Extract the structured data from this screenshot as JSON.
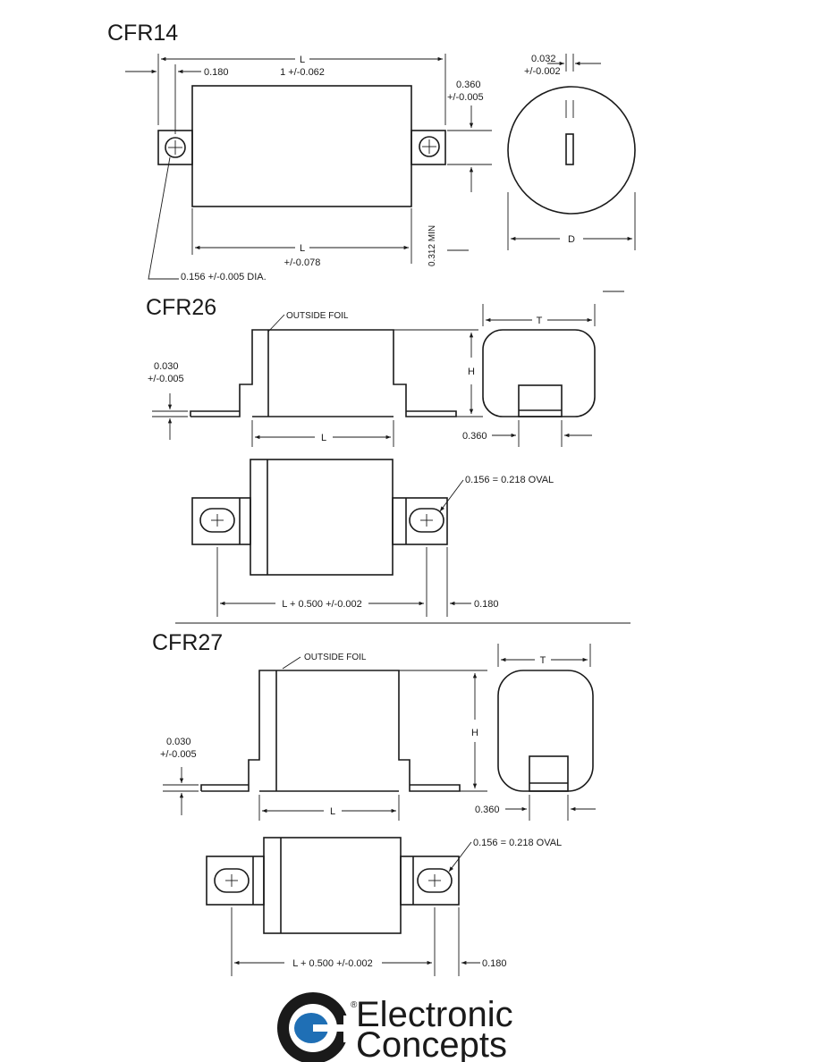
{
  "cfr14": {
    "title": "CFR14",
    "length_label": "L",
    "length_tol": "1 +/-0.062",
    "tab_offset": "0.180",
    "tab_height": "0.360",
    "tab_height_tol": "+/-0.005",
    "min_label": "0.312 MIN",
    "body_length_label": "L",
    "body_length_tol": "+/-0.078",
    "hole_dia": "0.156 +/-0.005 DIA.",
    "lead_thick": "0.032",
    "lead_thick_tol": "+/-0.002",
    "diameter_label": "D"
  },
  "cfr26": {
    "title": "CFR26",
    "outside_foil": "OUTSIDE FOIL",
    "thickness": "0.030",
    "thickness_tol": "+/-0.005",
    "length_label": "L",
    "width_label": "T",
    "height_label": "H",
    "tab_width": "0.360",
    "oval": "0.156 = 0.218 OVAL",
    "overall": "L + 0.500 +/-0.002",
    "tab_offset": "0.180"
  },
  "cfr27": {
    "title": "CFR27",
    "outside_foil": "OUTSIDE FOIL",
    "thickness": "0.030",
    "thickness_tol": "+/-0.005",
    "length_label": "L",
    "width_label": "T",
    "height_label": "H",
    "tab_width": "0.360",
    "oval": "0.156 = 0.218 OVAL",
    "overall": "L + 0.500 +/-0.002",
    "tab_offset": "0.180"
  },
  "brand": {
    "line1": "Electronic",
    "line2": "Concepts",
    "mark": "®",
    "logo_primary": "#1a1a1a",
    "logo_accent": "#1f6fb5"
  }
}
